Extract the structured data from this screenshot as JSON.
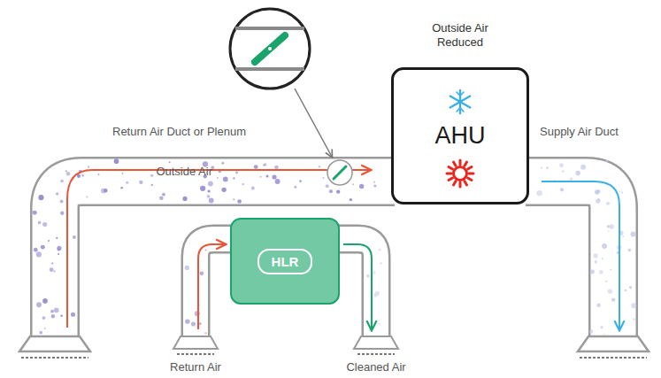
{
  "diagram": {
    "nodes": [
      {
        "text": [
          "AHU"
        ]
      },
      {
        "text": [
          "HLR"
        ]
      }
    ],
    "labels": [
      "Outside Air Reduced",
      "Outside Air",
      "Return Air Duct or Plenum",
      "Supply Air Duct",
      "Return Air",
      "Cleaned Air"
    ]
  }
}
